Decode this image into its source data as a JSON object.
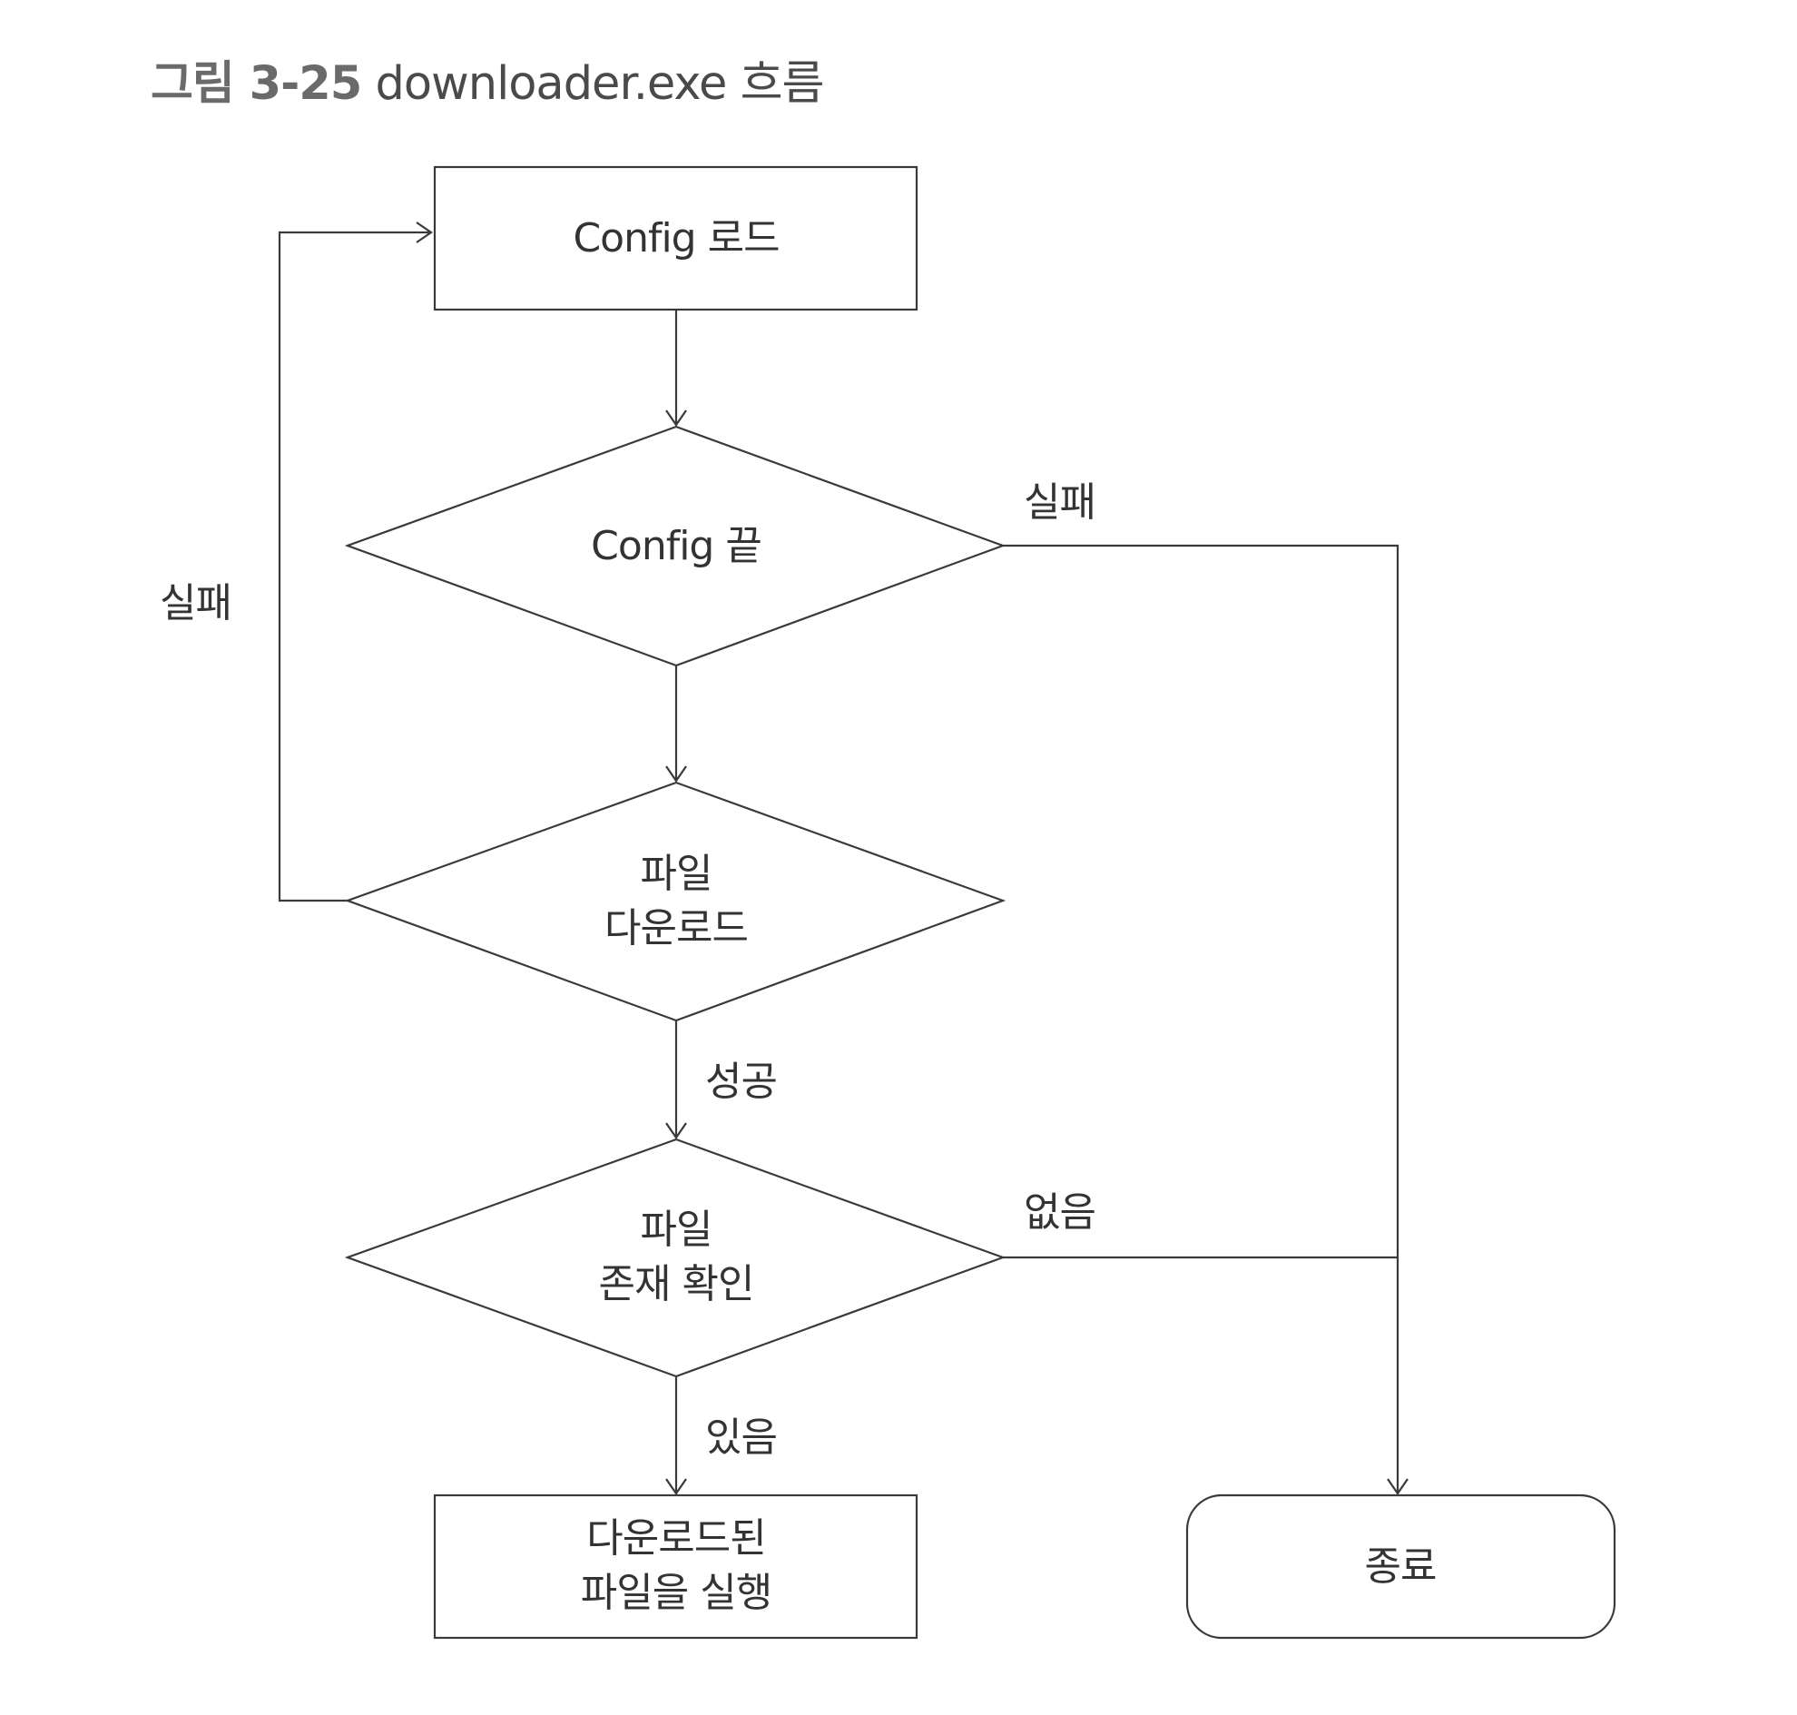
{
  "figure": {
    "title_prefix": "그림 3-25",
    "title_name": "downloader.exe 흐름"
  },
  "nodes": {
    "config_load": {
      "lines": [
        "Config 로드"
      ]
    },
    "config_end": {
      "lines": [
        "Config 끝"
      ]
    },
    "file_download": {
      "lines": [
        "파일",
        "다운로드"
      ]
    },
    "file_exists_check": {
      "lines": [
        "파일",
        "존재 확인"
      ]
    },
    "run_downloaded_file": {
      "lines": [
        "다운로드된",
        "파일을 실행"
      ]
    },
    "terminate": {
      "lines": [
        "종료"
      ]
    }
  },
  "edge_labels": {
    "config_end_fail": "실패",
    "download_fail": "실패",
    "download_success": "성공",
    "file_absent": "없음",
    "file_present": "있음"
  },
  "colors": {
    "stroke": "#3a3a3a",
    "text": "#333333",
    "title_prefix": "#6a6a6a",
    "title_name": "#4a4a4a"
  }
}
